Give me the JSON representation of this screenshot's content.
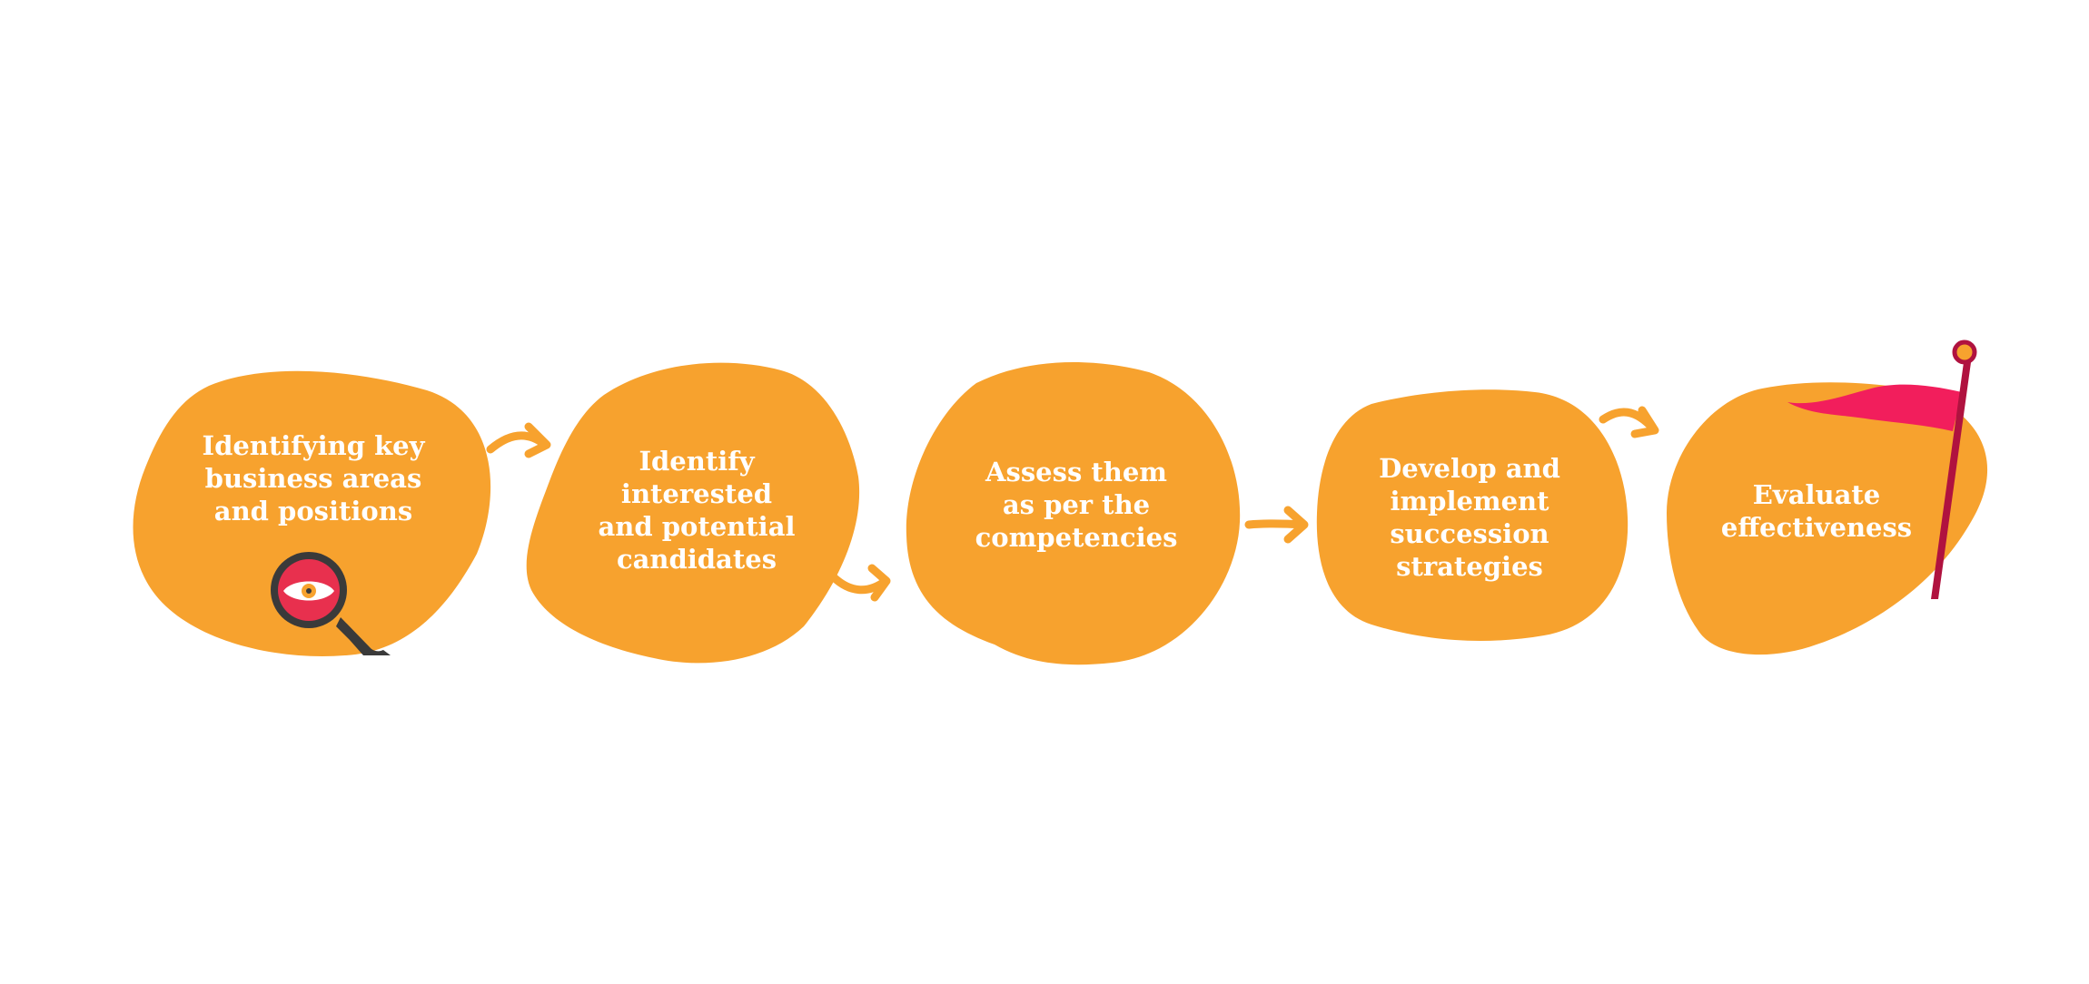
{
  "diagram": {
    "colors": {
      "blob": "#F7A22E",
      "arrow": "#F7A22E",
      "text": "#FFFFFF",
      "magnifier_lens": "#E8304E",
      "magnifier_outline": "#3A3A3A",
      "flag": "#F21E5C",
      "flag_pole": "#B0123F",
      "flag_knob": "#F7A22E"
    },
    "steps": [
      {
        "lines": [
          "Identifying key",
          "business areas",
          "and positions"
        ],
        "icon": "magnifier-eye-icon"
      },
      {
        "lines": [
          "Identify",
          "interested",
          "and potential",
          "candidates"
        ]
      },
      {
        "lines": [
          "Assess them",
          "as per the",
          "competencies"
        ]
      },
      {
        "lines": [
          "Develop and",
          "implement",
          "succession",
          "strategies"
        ]
      },
      {
        "lines": [
          "Evaluate",
          "effectiveness"
        ],
        "icon": "flag-icon"
      }
    ],
    "connectors": [
      "curved-arrow-icon",
      "curved-arrow-icon",
      "straight-arrow-icon",
      "curved-arrow-icon"
    ]
  }
}
